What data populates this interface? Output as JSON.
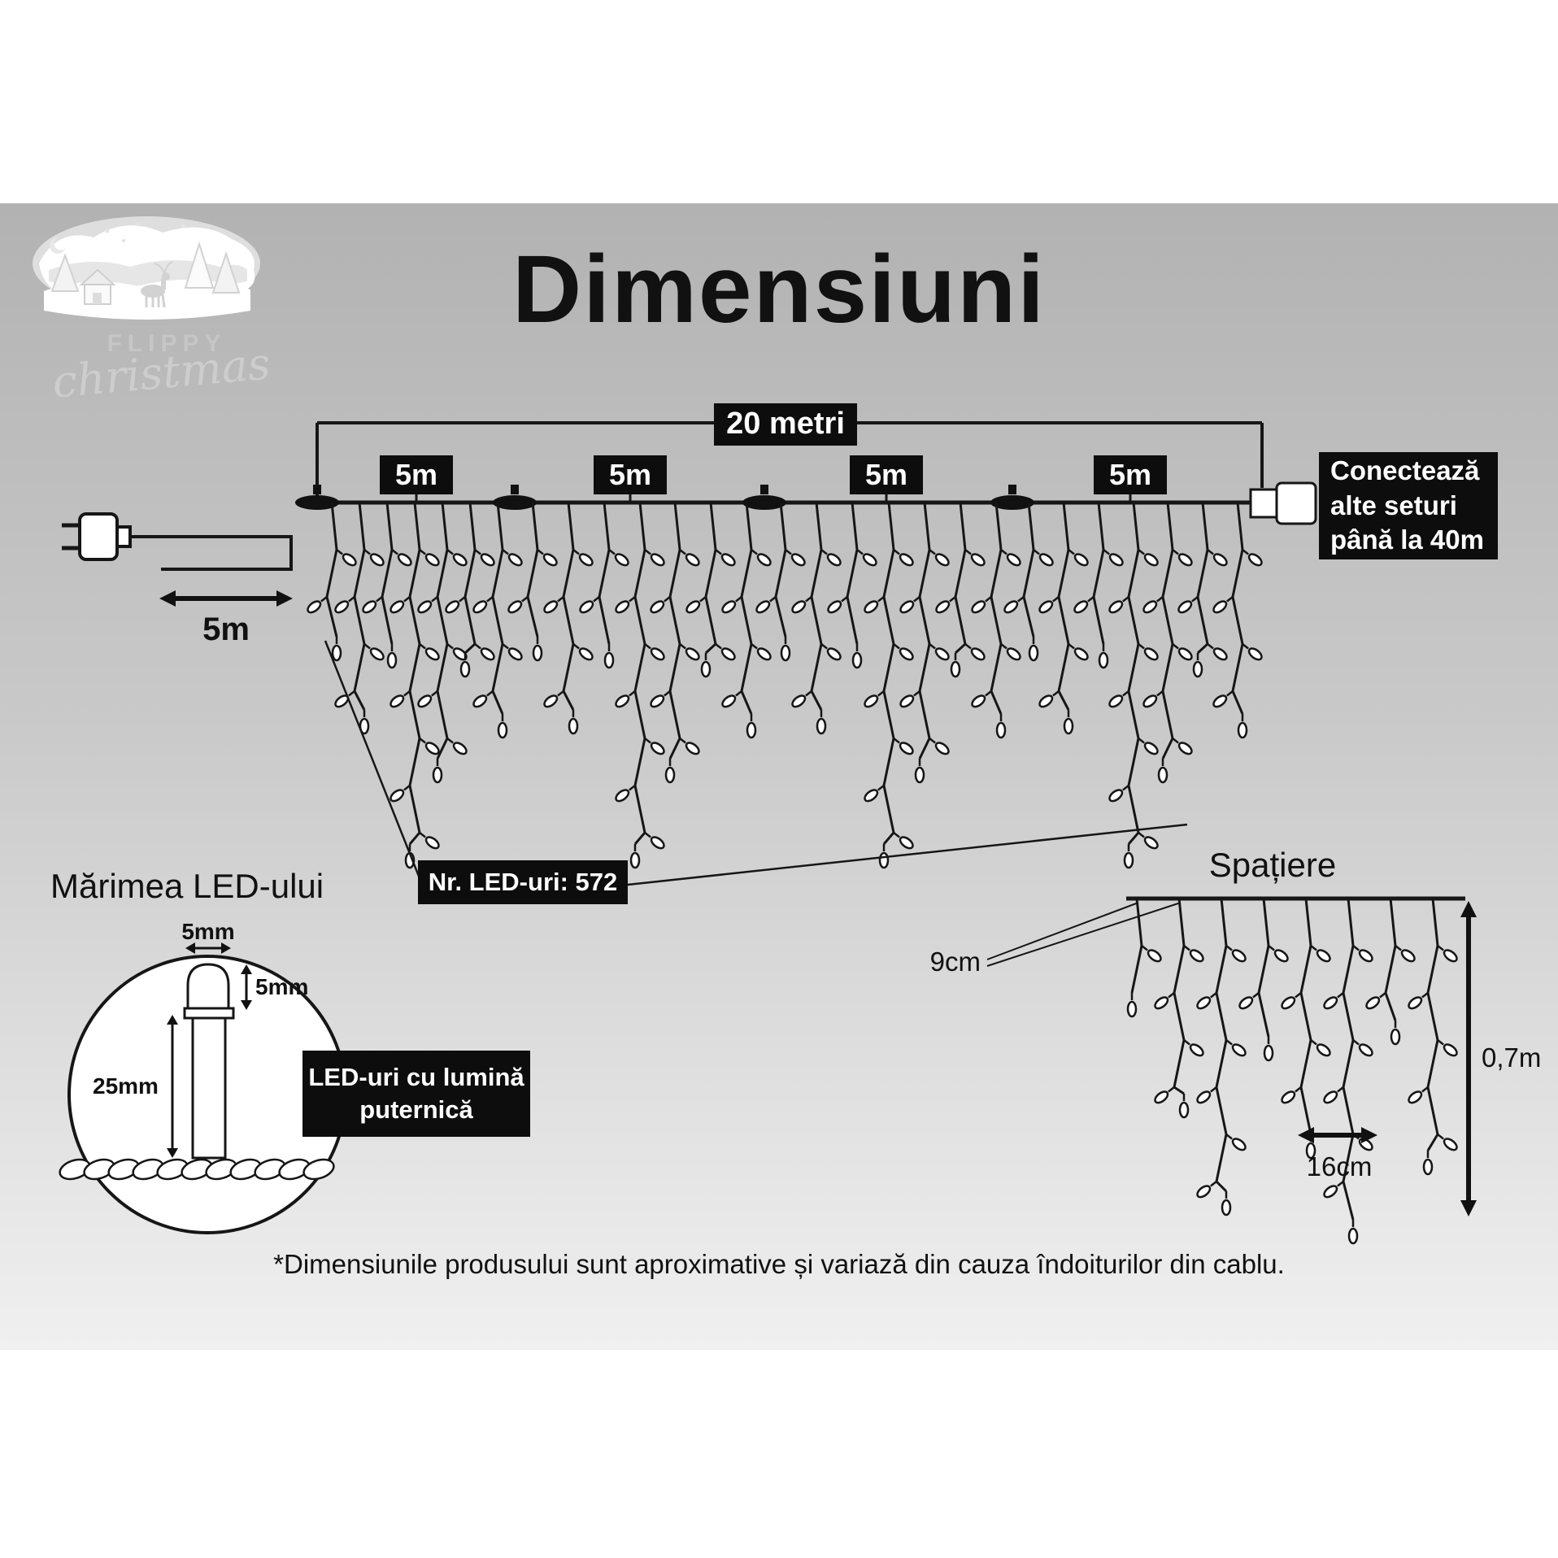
{
  "page": {
    "title": "Dimensiuni",
    "footnote": "*Dimensiunile produsului sunt aproximative și variază din cauza îndoiturilor din cablu."
  },
  "logo": {
    "brand": "FLIPPY",
    "script": "christmas"
  },
  "main_diagram": {
    "total_length": "20 metri",
    "segments": [
      "5m",
      "5m",
      "5m",
      "5m"
    ],
    "lead_length": "5m",
    "connect_lines": [
      "Conectează",
      "alte seturi",
      "până la 40m"
    ],
    "led_count": "Nr. LED-uri: 572"
  },
  "led_detail": {
    "heading": "Mărimea LED-ului",
    "bulb_width": "5mm",
    "bulb_height": "5mm",
    "body_length": "25mm",
    "callout_lines": [
      "LED-uri cu lumină",
      "puternică"
    ]
  },
  "spacing_diagram": {
    "heading": "Spațiere",
    "led_gap": "9cm",
    "drop_gap": "16cm",
    "drop_length": "0,7m"
  }
}
